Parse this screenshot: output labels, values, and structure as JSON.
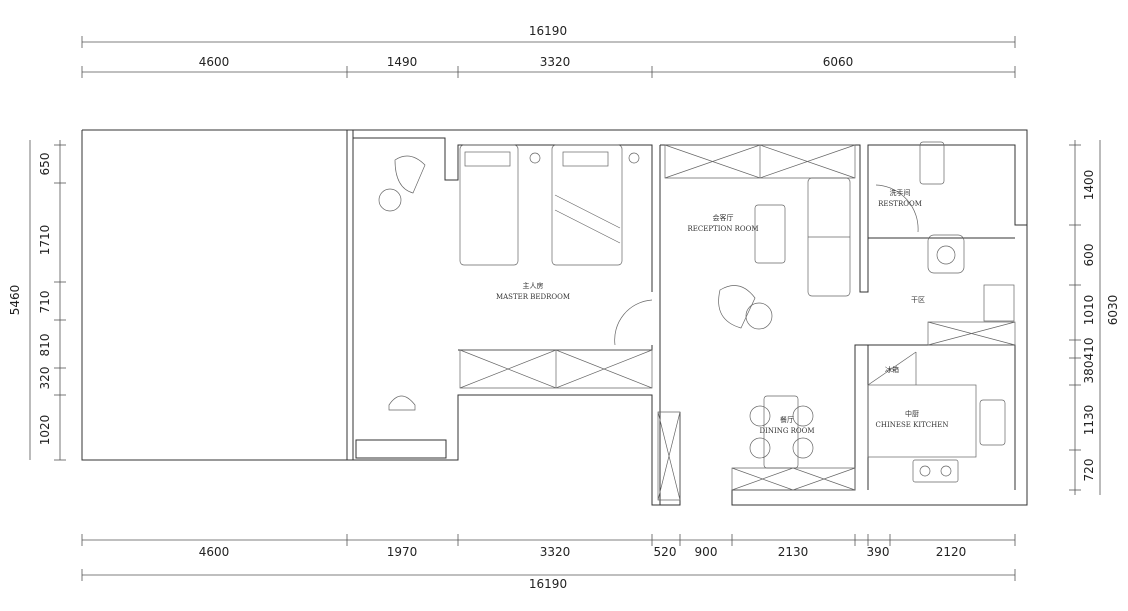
{
  "dimensions": {
    "top_total": "16190",
    "top": [
      "4600",
      "1490",
      "3320",
      "6060"
    ],
    "bottom": [
      "4600",
      "1970",
      "3320",
      "520",
      "900",
      "2130",
      "390",
      "2120"
    ],
    "bottom_total": "16190",
    "left_total": "5460",
    "left": [
      "650",
      "1710",
      "710",
      "810",
      "320",
      "1020"
    ],
    "right_total": "6030",
    "right": [
      "1400",
      "600",
      "1010",
      "410",
      "380",
      "1130",
      "720"
    ]
  },
  "rooms": {
    "master_bedroom": {
      "cn": "主人房",
      "en": "MASTER BEDROOM"
    },
    "reception_room": {
      "cn": "会客厅",
      "en": "RECEPTION ROOM"
    },
    "restroom": {
      "cn": "洗手间",
      "en": "RESTROOM"
    },
    "dry_area": {
      "cn": "干区"
    },
    "fridge": {
      "cn": "冰箱"
    },
    "chinese_kitchen": {
      "cn": "中厨",
      "en": "CHINESE KITCHEN"
    },
    "dining_room": {
      "cn": "餐厅",
      "en": "DINING ROOM"
    }
  }
}
